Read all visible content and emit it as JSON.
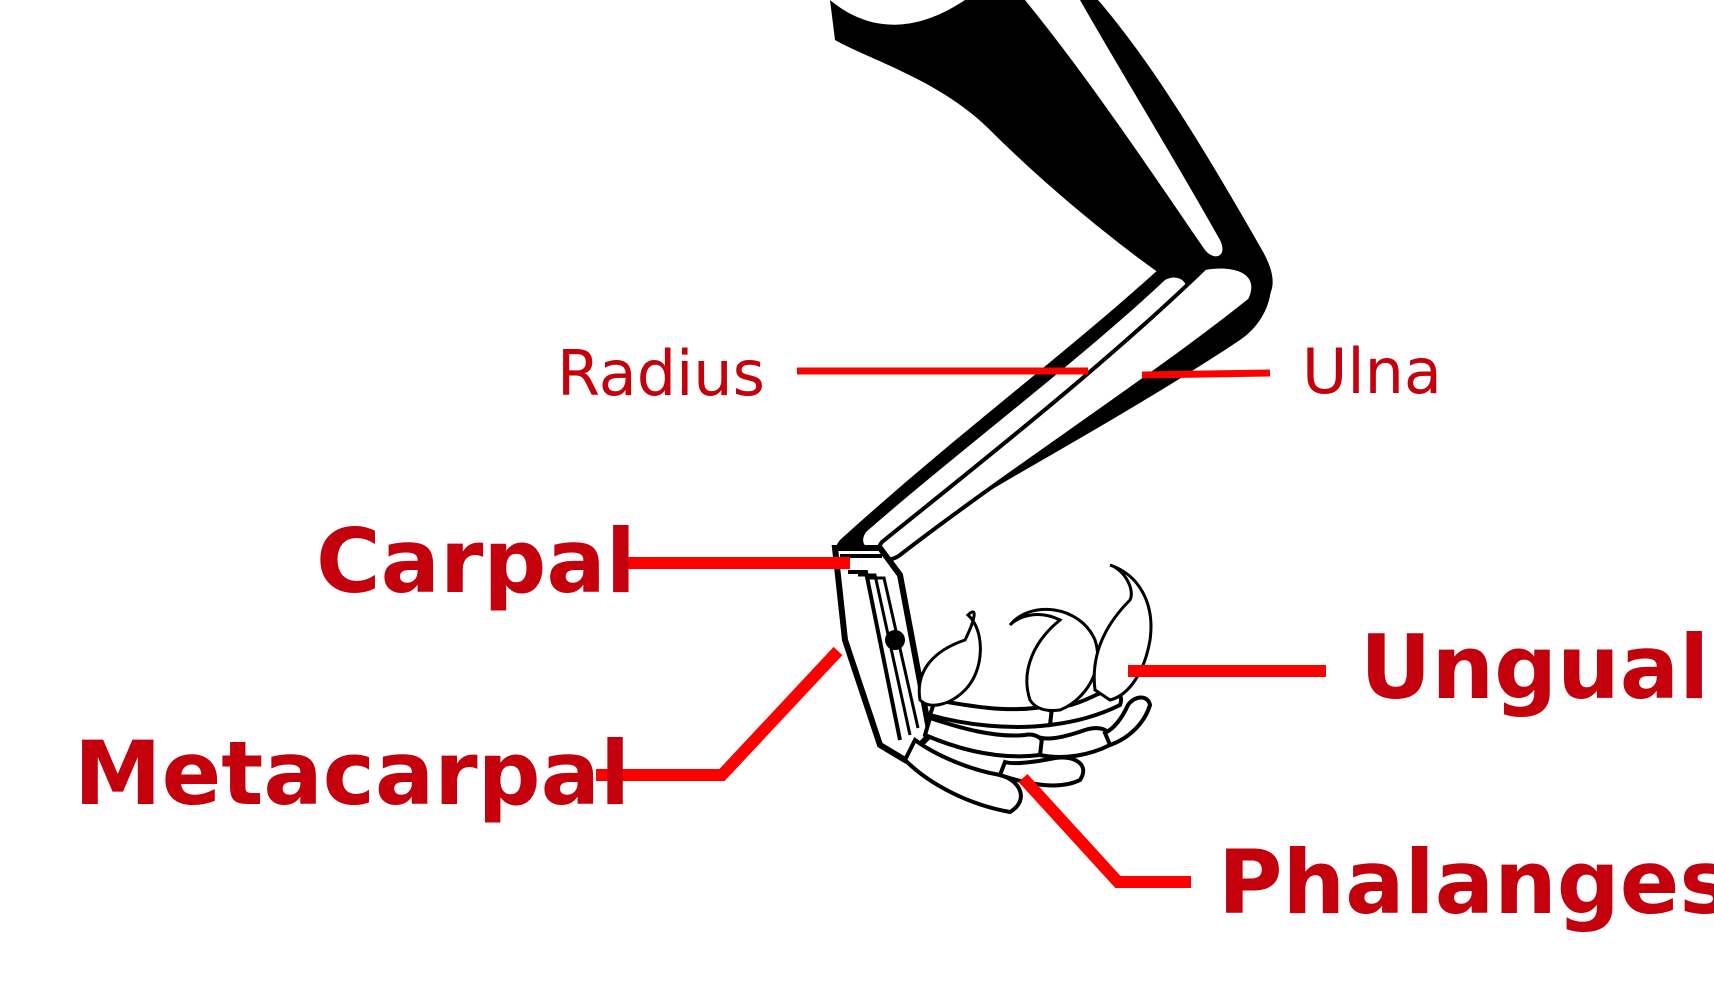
{
  "labels": {
    "radius": "Radius",
    "ulna": "Ulna",
    "carpal": "Carpal",
    "metacarpal": "Metacarpal",
    "ungual": "Ungual",
    "phalanges": "Phalanges"
  },
  "colors": {
    "label": "#c3000b",
    "leader": "#ff0000",
    "bone_outline": "#000000",
    "bone_fill": "#ffffff",
    "background": "#ffffff"
  }
}
